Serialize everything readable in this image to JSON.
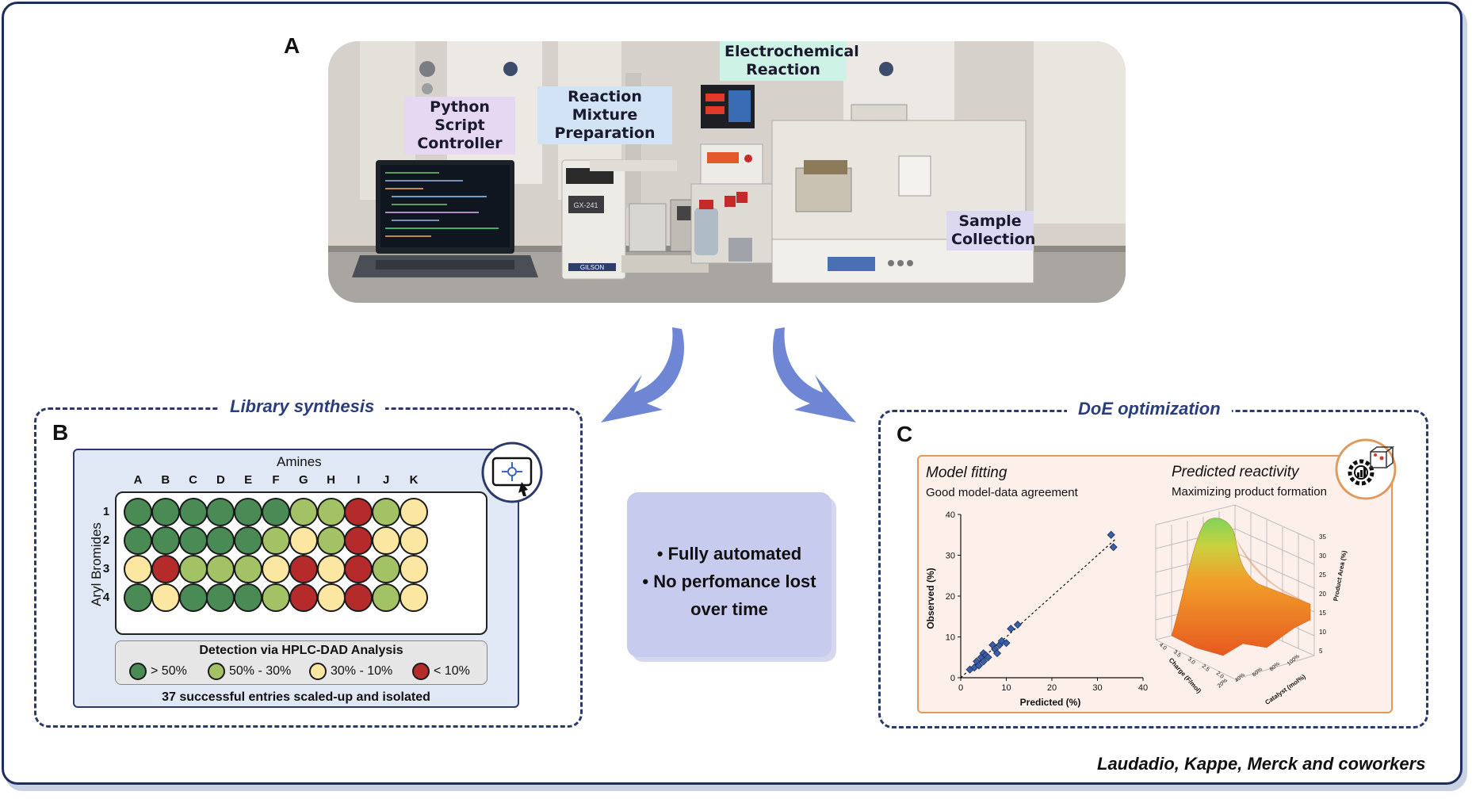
{
  "panels": {
    "a": "A",
    "b": "B",
    "c": "C"
  },
  "photo_tags": {
    "python": [
      "Python Script",
      "Controller"
    ],
    "prep": [
      "Reaction Mixture",
      "Preparation"
    ],
    "echem": [
      "Electrochemical",
      "Reaction"
    ],
    "sample": [
      "Sample",
      "Collection"
    ]
  },
  "instrument_labels": {
    "gilson_brand": "GILSON",
    "gx_model": "GX-241"
  },
  "library": {
    "title": "Library synthesis",
    "amines_label": "Amines",
    "aryl_label": "Aryl Bromides",
    "columns": [
      "A",
      "B",
      "C",
      "D",
      "E",
      "F",
      "G",
      "H",
      "I",
      "J",
      "K"
    ],
    "rows": [
      "1",
      "2",
      "3",
      "4"
    ],
    "grid": [
      [
        "dg",
        "dg",
        "dg",
        "dg",
        "dg",
        "dg",
        "lg",
        "lg",
        "rd",
        "lg",
        "yl"
      ],
      [
        "dg",
        "dg",
        "dg",
        "dg",
        "dg",
        "lg",
        "yl",
        "lg",
        "rd",
        "yl",
        "yl"
      ],
      [
        "yl",
        "rd",
        "lg",
        "lg",
        "lg",
        "yl",
        "rd",
        "yl",
        "rd",
        "lg",
        "yl"
      ],
      [
        "dg",
        "yl",
        "dg",
        "dg",
        "dg",
        "lg",
        "rd",
        "yl",
        "rd",
        "lg",
        "yl"
      ]
    ],
    "legend_title": "Detection via HPLC-DAD Analysis",
    "legend": [
      {
        "key": "dg",
        "label": "> 50%"
      },
      {
        "key": "lg",
        "label": "50% - 30%"
      },
      {
        "key": "yl",
        "label": "30% - 10%"
      },
      {
        "key": "rd",
        "label": "< 10%"
      }
    ],
    "footer": "37 successful entries scaled-up and isolated",
    "colors": {
      "dg": "#4a8a55",
      "lg": "#a3c265",
      "yl": "#fbe6a2",
      "rd": "#b52b2b"
    }
  },
  "middle": {
    "line1": "• Fully automated",
    "line2": "• No perfomance lost",
    "line3": "over time"
  },
  "doe": {
    "title": "DoE optimization",
    "model_title": "Model fitting",
    "model_sub": "Good model-data agreement",
    "pred_title": "Predicted reactivity",
    "pred_sub": "Maximizing product formation",
    "surface_axes": {
      "z_label": "Product Area (%)",
      "z_ticks": [
        "35",
        "30",
        "25",
        "20",
        "15",
        "10",
        "5"
      ],
      "x_label": "Catalyst (mol%)",
      "x_ticks": [
        "100%",
        "80%",
        "60%",
        "40%",
        "20%"
      ],
      "y_label": "Charge (F/mol)",
      "y_ticks": [
        "4.0",
        "3.5",
        "3.0",
        "2.5",
        "2.0"
      ]
    }
  },
  "chart_data": {
    "type": "scatter",
    "title": "",
    "xlabel": "Predicted (%)",
    "ylabel": "Observed (%)",
    "xlim": [
      0,
      40
    ],
    "ylim": [
      0,
      40
    ],
    "xticks": [
      "0",
      "10",
      "20",
      "30",
      "40"
    ],
    "yticks": [
      "0",
      "10",
      "20",
      "30",
      "40"
    ],
    "points": [
      [
        2,
        2
      ],
      [
        3,
        2.5
      ],
      [
        3.5,
        4
      ],
      [
        4,
        3
      ],
      [
        4.5,
        5
      ],
      [
        5,
        4
      ],
      [
        5,
        6
      ],
      [
        5.5,
        5.5
      ],
      [
        6,
        5
      ],
      [
        7,
        8
      ],
      [
        7.5,
        7
      ],
      [
        8,
        6
      ],
      [
        8.5,
        8
      ],
      [
        9,
        9
      ],
      [
        10,
        8.5
      ],
      [
        11,
        12
      ],
      [
        12.5,
        13
      ],
      [
        33,
        35
      ],
      [
        33.5,
        32
      ]
    ],
    "fit_line": [
      [
        0,
        0
      ],
      [
        34,
        34
      ]
    ],
    "grid": false
  },
  "credit": "Laudadio, Kappe, Merck and coworkers"
}
